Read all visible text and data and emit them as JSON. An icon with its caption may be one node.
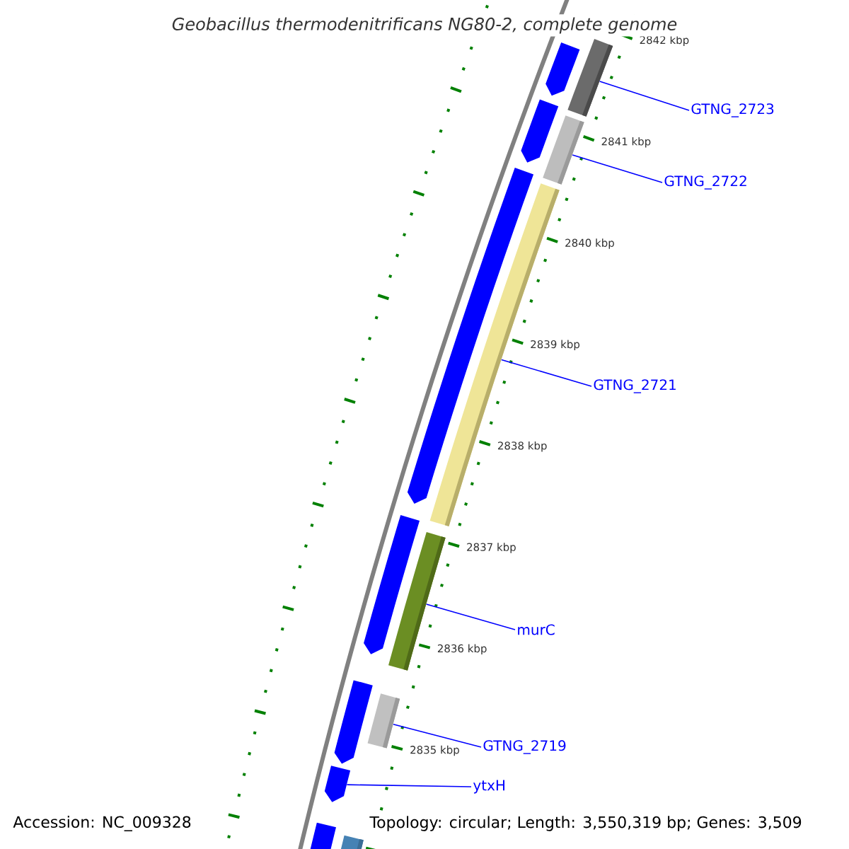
{
  "diagram": {
    "title": "Geobacillus thermodenitrificans NG80-2, complete genome",
    "nodes": [
      {
        "text": [
          "GTNG_2723"
        ]
      },
      {
        "text": [],
        "shape": "bar"
      },
      {
        "text": [
          "GTNG_2722"
        ]
      },
      {
        "text": [],
        "shape": "bar"
      },
      {
        "text": [
          "GTNG_2721"
        ]
      },
      {
        "text": [],
        "shape": "bar"
      },
      {
        "text": [
          "murC"
        ]
      },
      {
        "text": [],
        "shape": "bar"
      },
      {
        "text": [
          "GTNG_2719"
        ]
      },
      {
        "text": [],
        "shape": "bar"
      },
      {
        "text": [
          "ytxH"
        ]
      },
      {
        "text": [],
        "shape": "arrow"
      },
      {
        "text": [],
        "shape": "arrow"
      },
      {
        "text": [],
        "shape": "arrow"
      },
      {
        "text": [],
        "shape": "arrow"
      },
      {
        "text": [],
        "shape": "arrow"
      },
      {
        "text": [],
        "shape": "arrow"
      },
      {
        "text": [],
        "shape": "arrow"
      },
      {
        "text": [],
        "shape": "bar"
      }
    ],
    "edges": [
      {
        "from": 0,
        "to": 1,
        "arrow": "none"
      },
      {
        "from": 2,
        "to": 3,
        "arrow": "none"
      },
      {
        "from": 4,
        "to": 5,
        "arrow": "none"
      },
      {
        "from": 6,
        "to": 7,
        "arrow": "none"
      },
      {
        "from": 8,
        "to": 9,
        "arrow": "none"
      },
      {
        "from": 10,
        "to": 11,
        "arrow": "none"
      }
    ],
    "labels": [
      "2842 kbp",
      "2841 kbp",
      "2840 kbp",
      "2839 kbp",
      "2838 kbp",
      "2837 kbp",
      "2836 kbp",
      "2835 kbp",
      "Accession: NC_009328",
      "Topology: circular; Length: 3,550,319 bp; Genes: 3,509"
    ]
  }
}
